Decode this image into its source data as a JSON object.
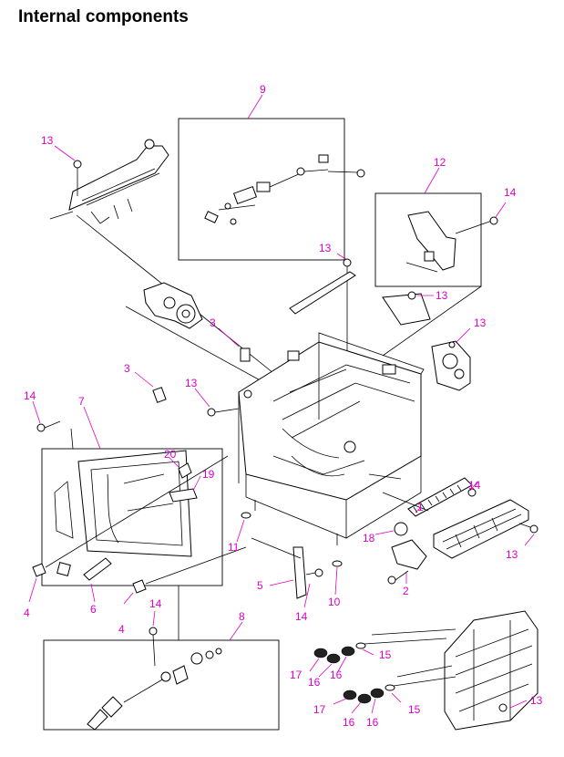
{
  "page": {
    "title": "Internal components"
  },
  "colors": {
    "callout": "#e100c8",
    "line": "#000000",
    "background": "#ffffff"
  },
  "callouts": {
    "c9": "9",
    "c12": "12",
    "c13a": "13",
    "c14a": "14",
    "c13b": "13",
    "c13c": "13",
    "c13d": "13",
    "c3a": "3",
    "c3b": "3",
    "c13e": "13",
    "c14b": "14",
    "c7": "7",
    "c20": "20",
    "c19": "19",
    "c14c": "14",
    "c1": "1",
    "c18": "18",
    "c11": "11",
    "c13f": "13",
    "c5": "5",
    "c10": "10",
    "c2": "2",
    "c4a": "4",
    "c6": "6",
    "c4b": "4",
    "c14d": "14",
    "c14e": "14",
    "c8": "8",
    "c15a": "15",
    "c17a": "17",
    "c16a": "16",
    "c16b": "16",
    "c13g": "13",
    "c17b": "17",
    "c16c": "16",
    "c16d": "16",
    "c15b": "15"
  }
}
